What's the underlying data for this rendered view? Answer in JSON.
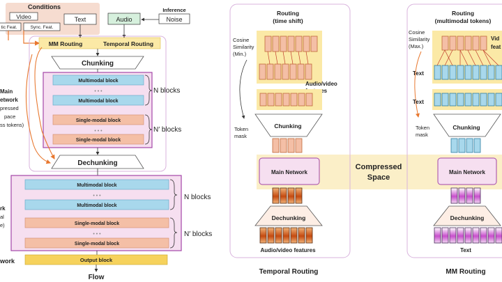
{
  "left": {
    "conditions_title": "Conditions",
    "video_label": "Video",
    "semantic_feat_label": "tic Feat.",
    "sync_feat_label": "Sync. Feat.",
    "text_label": "Text",
    "audio_label": "Audio",
    "inference_label": "Inference",
    "noise_label": "Noise",
    "mm_routing_label": "MM Routing",
    "temporal_routing_label": "Temporal Routing",
    "chunking_label": "Chunking",
    "dechunking_label": "Dechunking",
    "multimodal_block_label": "Multimodal block",
    "singlemodal_block_label": "Single-modal block",
    "dots": "• • •",
    "n_blocks": "N blocks",
    "n_prime_blocks": "N′ blocks",
    "main_network_side": [
      "Main",
      "etwork",
      "pressed",
      "pace",
      "ss tokens)"
    ],
    "outer_network_side": [
      "rk",
      "al",
      "e)",
      "work"
    ],
    "output_block_label": "Output block",
    "flow_label": "Flow"
  },
  "temporal": {
    "routing_title": [
      "Routing",
      "(time shift)"
    ],
    "cosine_label": [
      "Cosine",
      "Similarity",
      "(Min.)"
    ],
    "features_label": [
      "Audio/video",
      "features"
    ],
    "token_mask_label": [
      "Token",
      "mask"
    ],
    "chunking_label": "Chunking",
    "main_network_label": "Main Network",
    "dechunking_label": "Dechunking",
    "output_label": "Audio/video features",
    "caption": "Temporal Routing"
  },
  "compressed_space_label": [
    "Compressed",
    "Space"
  ],
  "mm": {
    "routing_title": [
      "Routing",
      "(multimodal tokens)"
    ],
    "cosine_label": [
      "Cosine",
      "Similarity",
      "(Max.)"
    ],
    "video_feat_label": [
      "Vid",
      "feat"
    ],
    "text_label_1": "Text",
    "text_label_2": "Text",
    "token_mask_label": [
      "Token",
      "mask"
    ],
    "chunking_label": "Chunking",
    "main_network_label": "Main Network",
    "dechunking_label": "Dechunking",
    "output_label": "Text",
    "caption": "MM Routing"
  },
  "colors": {
    "routing_yellow": "#fbe9a6",
    "block_blue": "#a8d8ec",
    "block_salmon": "#f4bfa6",
    "network_pink": "#f6dff0",
    "network_border": "#a346a8",
    "orange_arrow": "#e8782f",
    "output_yellow": "#f6d25c"
  }
}
